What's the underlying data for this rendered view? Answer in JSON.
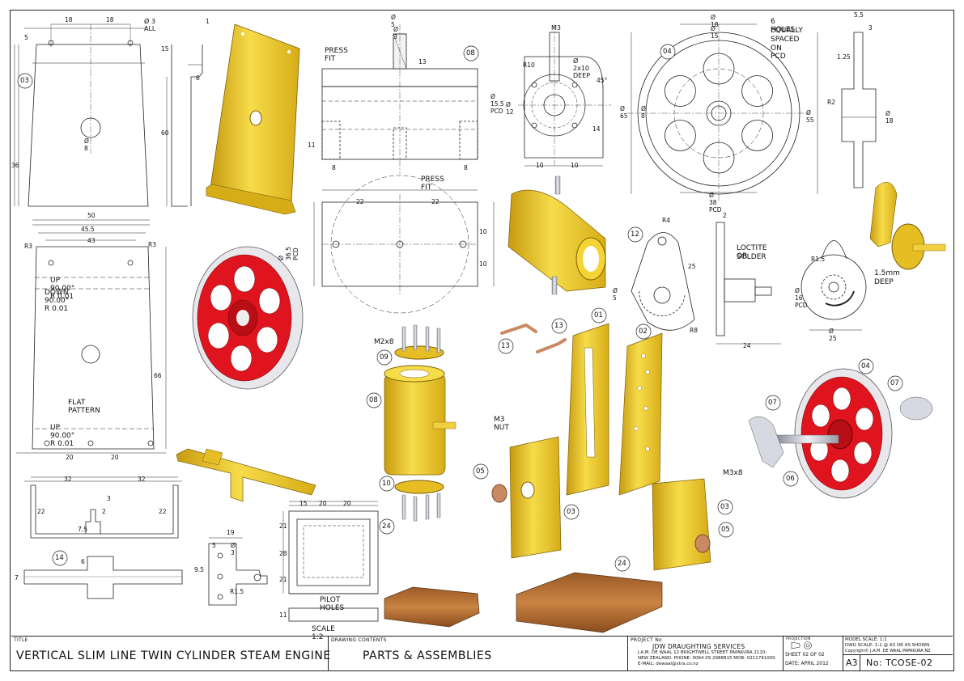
{
  "title_block": {
    "title_label": "TITLE",
    "title": "VERTICAL SLIM LINE TWIN CYLINDER STEAM ENGINE",
    "contents_label": "DRAWING CONTENTS",
    "contents": "PARTS & ASSEMBLIES",
    "project_label": "PROJECT No",
    "company": "JDW DRAUGHTING SERVICES",
    "address_1": "J.A.M. DE WAAL 12 BRIGHTWELL STREET PAPAKURA 2110;",
    "address_2": "NEW ZEALAND. PHONE: 0064 09 2988815 MOB: 0211791000",
    "email": "E-MAIL: dewaal@xtra.co.nz",
    "projection_label": "PROJECTION",
    "sheet": "SHEET  02 OF 02",
    "date": "DATE:    APRIL 2012",
    "model_scale": "MODEL SCALE:  1:1",
    "dwg_scale": "DWG SCALE:   1:1 @ A3 OR AS SHOWN",
    "copyright": "Copyright© J.A.M. DE WAAL PAPAKURA NZ",
    "size": "A3",
    "number": "No:  TCOSE-02"
  },
  "callouts": {
    "p01": "01",
    "p02": "02",
    "p03": "03",
    "p04": "04",
    "p05": "05",
    "p06": "06",
    "p07": "07",
    "p08": "08",
    "p09": "09",
    "p10": "10",
    "p12": "12",
    "p13": "13",
    "p14": "14",
    "p24": "24"
  },
  "notes": {
    "three_all": "Ø 3 ALL",
    "press_fit": "PRESS FIT",
    "m3": "M3",
    "two_x10_deep": "Ø 2x10 DEEP",
    "six_holes_1": "6 HOLES",
    "six_holes_2": "EQUALLY",
    "six_holes_3": "SPACED",
    "six_holes_4": "ON PCD",
    "up90_1": "UP  90.00°   R 0.01",
    "down90": "DOWN  90.00°   R 0.01",
    "flat_pattern": "FLAT PATTERN",
    "up90_2": "UP  90.00°   R 0.01",
    "loctite_1": "LOCTITE OR",
    "loctite_2": "SOLDER",
    "deep_1": "1.5mm",
    "deep_2": "DEEP",
    "m2x8": "M2x8",
    "m3_nut": "M3 NUT",
    "m3x8": "M3x8",
    "pilot_holes": "PILOT HOLES",
    "scale_12": "SCALE 1:2"
  },
  "dims": {
    "d18a": "18",
    "d18b": "18",
    "d1": "1",
    "d5": "5",
    "d15": "15",
    "d6": "6",
    "d60": "60",
    "d36": "36",
    "d8": "Ø 8",
    "d50": "50",
    "d45_5": "45.5",
    "d43": "43",
    "r3": "R3",
    "d66": "66",
    "d3": "3",
    "d20a": "20",
    "d20b": "20",
    "d32a": "32",
    "d32b": "32",
    "d22a": "22",
    "d22b": "22",
    "d2": "2",
    "d7_5": "7.5",
    "d7": "7",
    "c_d5": "Ø 5",
    "c_d3": "Ø 3",
    "c_13": "13",
    "c_11": "11",
    "c_8a": "8",
    "c_8b": "8",
    "c_22a": "22",
    "c_22b": "22",
    "c_pcd": "Ø 36.5 PCD",
    "c_10a": "10",
    "c_10b": "10",
    "b_r10": "R10",
    "b_15pcd": "Ø 15.5 PCD",
    "b_12": "Ø 12",
    "b_45": "45°",
    "b_14": "14",
    "b_10a": "10",
    "b_10b": "10",
    "w_18": "Ø 18",
    "w_15": "Ø 15",
    "w_65": "Ø 65",
    "w_8": "Ø 8",
    "w_55": "Ø 55",
    "w_38": "Ø 38 PCD",
    "s_5_5": "5.5",
    "s_3": "3",
    "s_1_25": "1.25",
    "s_r2": "R2",
    "s_18": "Ø 18",
    "k_r4": "R4",
    "k_25": "25",
    "k_5": "Ø 5",
    "k_r8": "R8",
    "k_2": "2",
    "k_24": "24",
    "e_r15": "R1.5",
    "e_16": "Ø 16 PCD",
    "e_25": "Ø 25",
    "b14_6": "6",
    "h_19": "19",
    "h_5": "5",
    "h_3": "Ø 3",
    "h_9_5": "9.5",
    "h_r15": "R1.5",
    "t_15": "15",
    "t_20a": "20",
    "t_20b": "20",
    "t_21a": "21",
    "t_28": "28",
    "t_21b": "21",
    "t_11": "11"
  },
  "colors": {
    "yellow": "#f2cf2c",
    "red": "#e0141e",
    "wood": "#b8733a",
    "silver": "#c9cbd4",
    "bronze": "#c98a63"
  }
}
